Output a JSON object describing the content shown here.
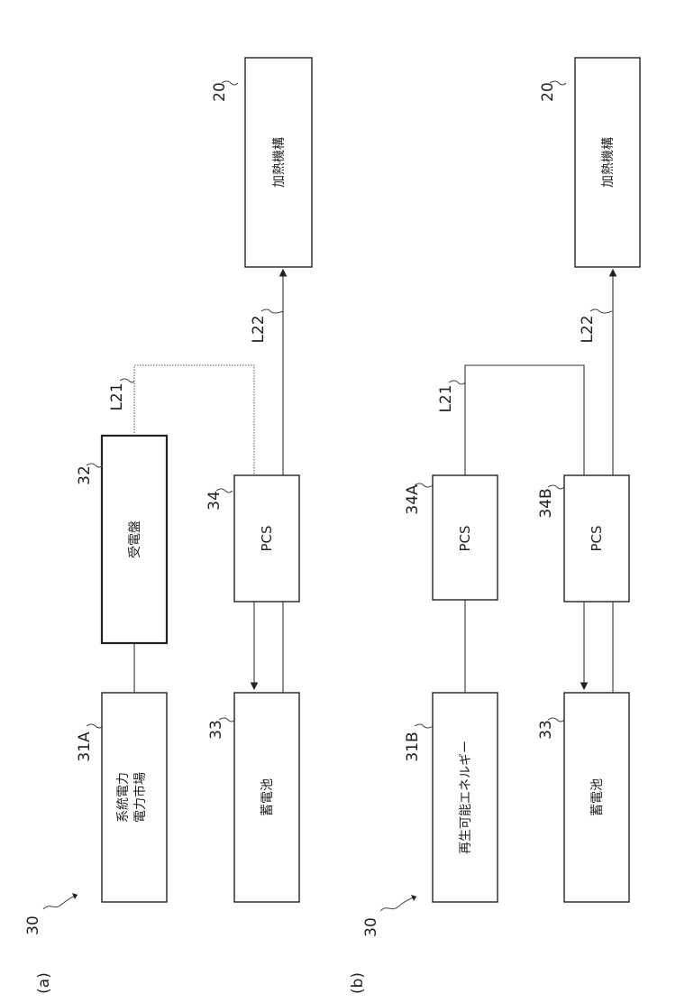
{
  "panels": {
    "a": {
      "label": "(a)",
      "system_ref": "30",
      "grid_market_ref": "31A",
      "grid_market_line1": "系統電力",
      "grid_market_line2": "電力市場",
      "receiving_board_ref": "32",
      "receiving_board": "受電盤",
      "battery_ref": "33",
      "battery": "蓄電池",
      "pcs_ref": "34",
      "pcs": "PCS",
      "heating_ref": "20",
      "heating": "加熱機構",
      "line21": "L21",
      "line22": "L22"
    },
    "b": {
      "label": "(b)",
      "system_ref": "30",
      "renewable_ref": "31B",
      "renewable": "再生可能エネルギー",
      "pcs_a_ref": "34A",
      "pcs_a": "PCS",
      "pcs_b_ref": "34B",
      "pcs_b": "PCS",
      "battery_ref": "33",
      "battery": "蓄電池",
      "heating_ref": "20",
      "heating": "加熱機構",
      "line21": "L21",
      "line22": "L22"
    }
  }
}
